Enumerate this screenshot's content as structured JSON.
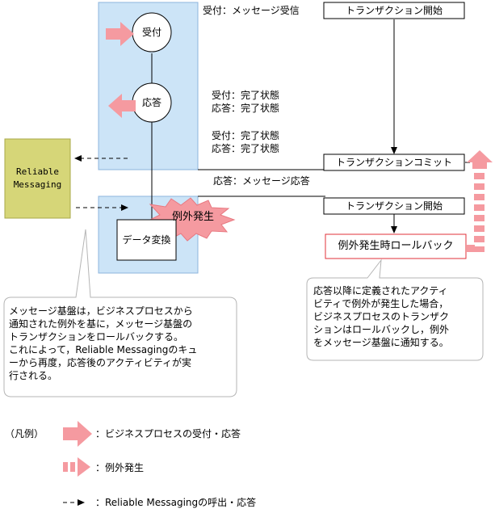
{
  "flow": {
    "label_receive_msg": "受付：メッセージ受信",
    "label_states_1": "受付：完了状態\n応答：完了状態",
    "label_states_2": "受付：完了状態\n応答：完了状態",
    "label_response_msg": "応答：メッセージ応答"
  },
  "nodes": {
    "receive": "受付",
    "respond": "応答",
    "data_conversion": "データ変換",
    "exception": "例外発生",
    "reliable_messaging": "Reliable\nMessaging"
  },
  "transactions": {
    "start_1": "トランザクション開始",
    "commit": "トランザクションコミット",
    "start_2": "トランザクション開始",
    "rollback": "例外発生時ロールバック"
  },
  "notes": {
    "left": "メッセージ基盤は，ビジネスプロセスから\n通知された例外を基に，メッセージ基盤の\nトランザクションをロールバックする。\nこれによって，Reliable Messagingのキュ\nーから再度，応答後のアクティビティが実\n行される。",
    "right": "応答以降に定義されたアクティ\nビティで例外が発生した場合，\nビジネスプロセスのトランザク\nションはロールバックし，例外\nをメッセージ基盤に通知する。"
  },
  "legend": {
    "title": "（凡例）",
    "item_1": "：ビジネスプロセスの受付・応答",
    "item_2": "：例外発生",
    "item_3": "：Reliable Messagingの呼出・応答"
  },
  "colors": {
    "process_area_fill": "#cce4f7",
    "process_area_stroke": "#8db4dc",
    "rm_box_fill": "#d6d678",
    "arrow_pink": "#f59aa0",
    "rollback_border": "#e0303a"
  }
}
